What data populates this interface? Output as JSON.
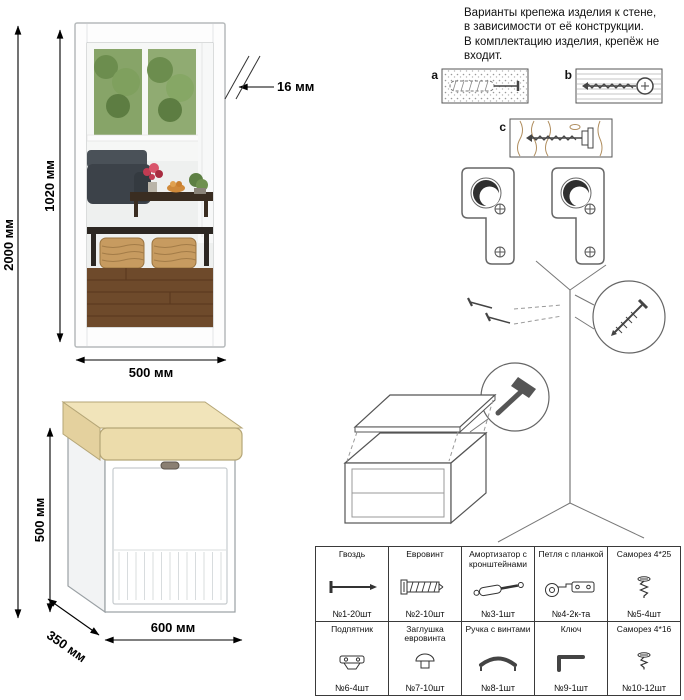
{
  "note": {
    "text": "Варианты крепежа изделия к стене,\nв зависимости от её конструкции.\nВ комплектацию изделия, крепёж не\nвходит."
  },
  "dimensions": {
    "total_height": "2000 мм",
    "mirror_height": "1020 мм",
    "mirror_width": "500 мм",
    "mirror_thickness": "16 мм",
    "bench_height": "500 мм",
    "bench_depth": "350 мм",
    "bench_width": "600 мм"
  },
  "wall_options": {
    "a": "a",
    "b": "b",
    "c": "c"
  },
  "colors": {
    "cushion": "#ecdcab",
    "foliage": "#7d9c5f",
    "wood_floor": "#6e4a2b",
    "basket": "#c79b60",
    "flower_accent": "#c23b52"
  },
  "parts_table": {
    "rows": [
      [
        {
          "name": "Гвоздь",
          "qty": "№1-20шт",
          "icon": "nail-icon"
        },
        {
          "name": "Евровинт",
          "qty": "№2-10шт",
          "icon": "euroscrew-icon"
        },
        {
          "name": "Амортизатор с кронштейнами",
          "qty": "№3-1шт",
          "icon": "gas-strut-icon"
        },
        {
          "name": "Петля с планкой",
          "qty": "№4-2к-та",
          "icon": "hinge-icon"
        },
        {
          "name": "Саморез 4*25",
          "qty": "№5-4шт",
          "icon": "screw-icon"
        }
      ],
      [
        {
          "name": "Подпятник",
          "qty": "№6-4шт",
          "icon": "footpad-icon"
        },
        {
          "name": "Заглушка евровинта",
          "qty": "№7-10шт",
          "icon": "cap-icon"
        },
        {
          "name": "Ручка с винтами",
          "qty": "№8-1шт",
          "icon": "handle-icon"
        },
        {
          "name": "Ключ",
          "qty": "№9-1шт",
          "icon": "key-icon"
        },
        {
          "name": "Саморез 4*16",
          "qty": "№10-12шт",
          "icon": "screw-icon"
        }
      ]
    ]
  }
}
